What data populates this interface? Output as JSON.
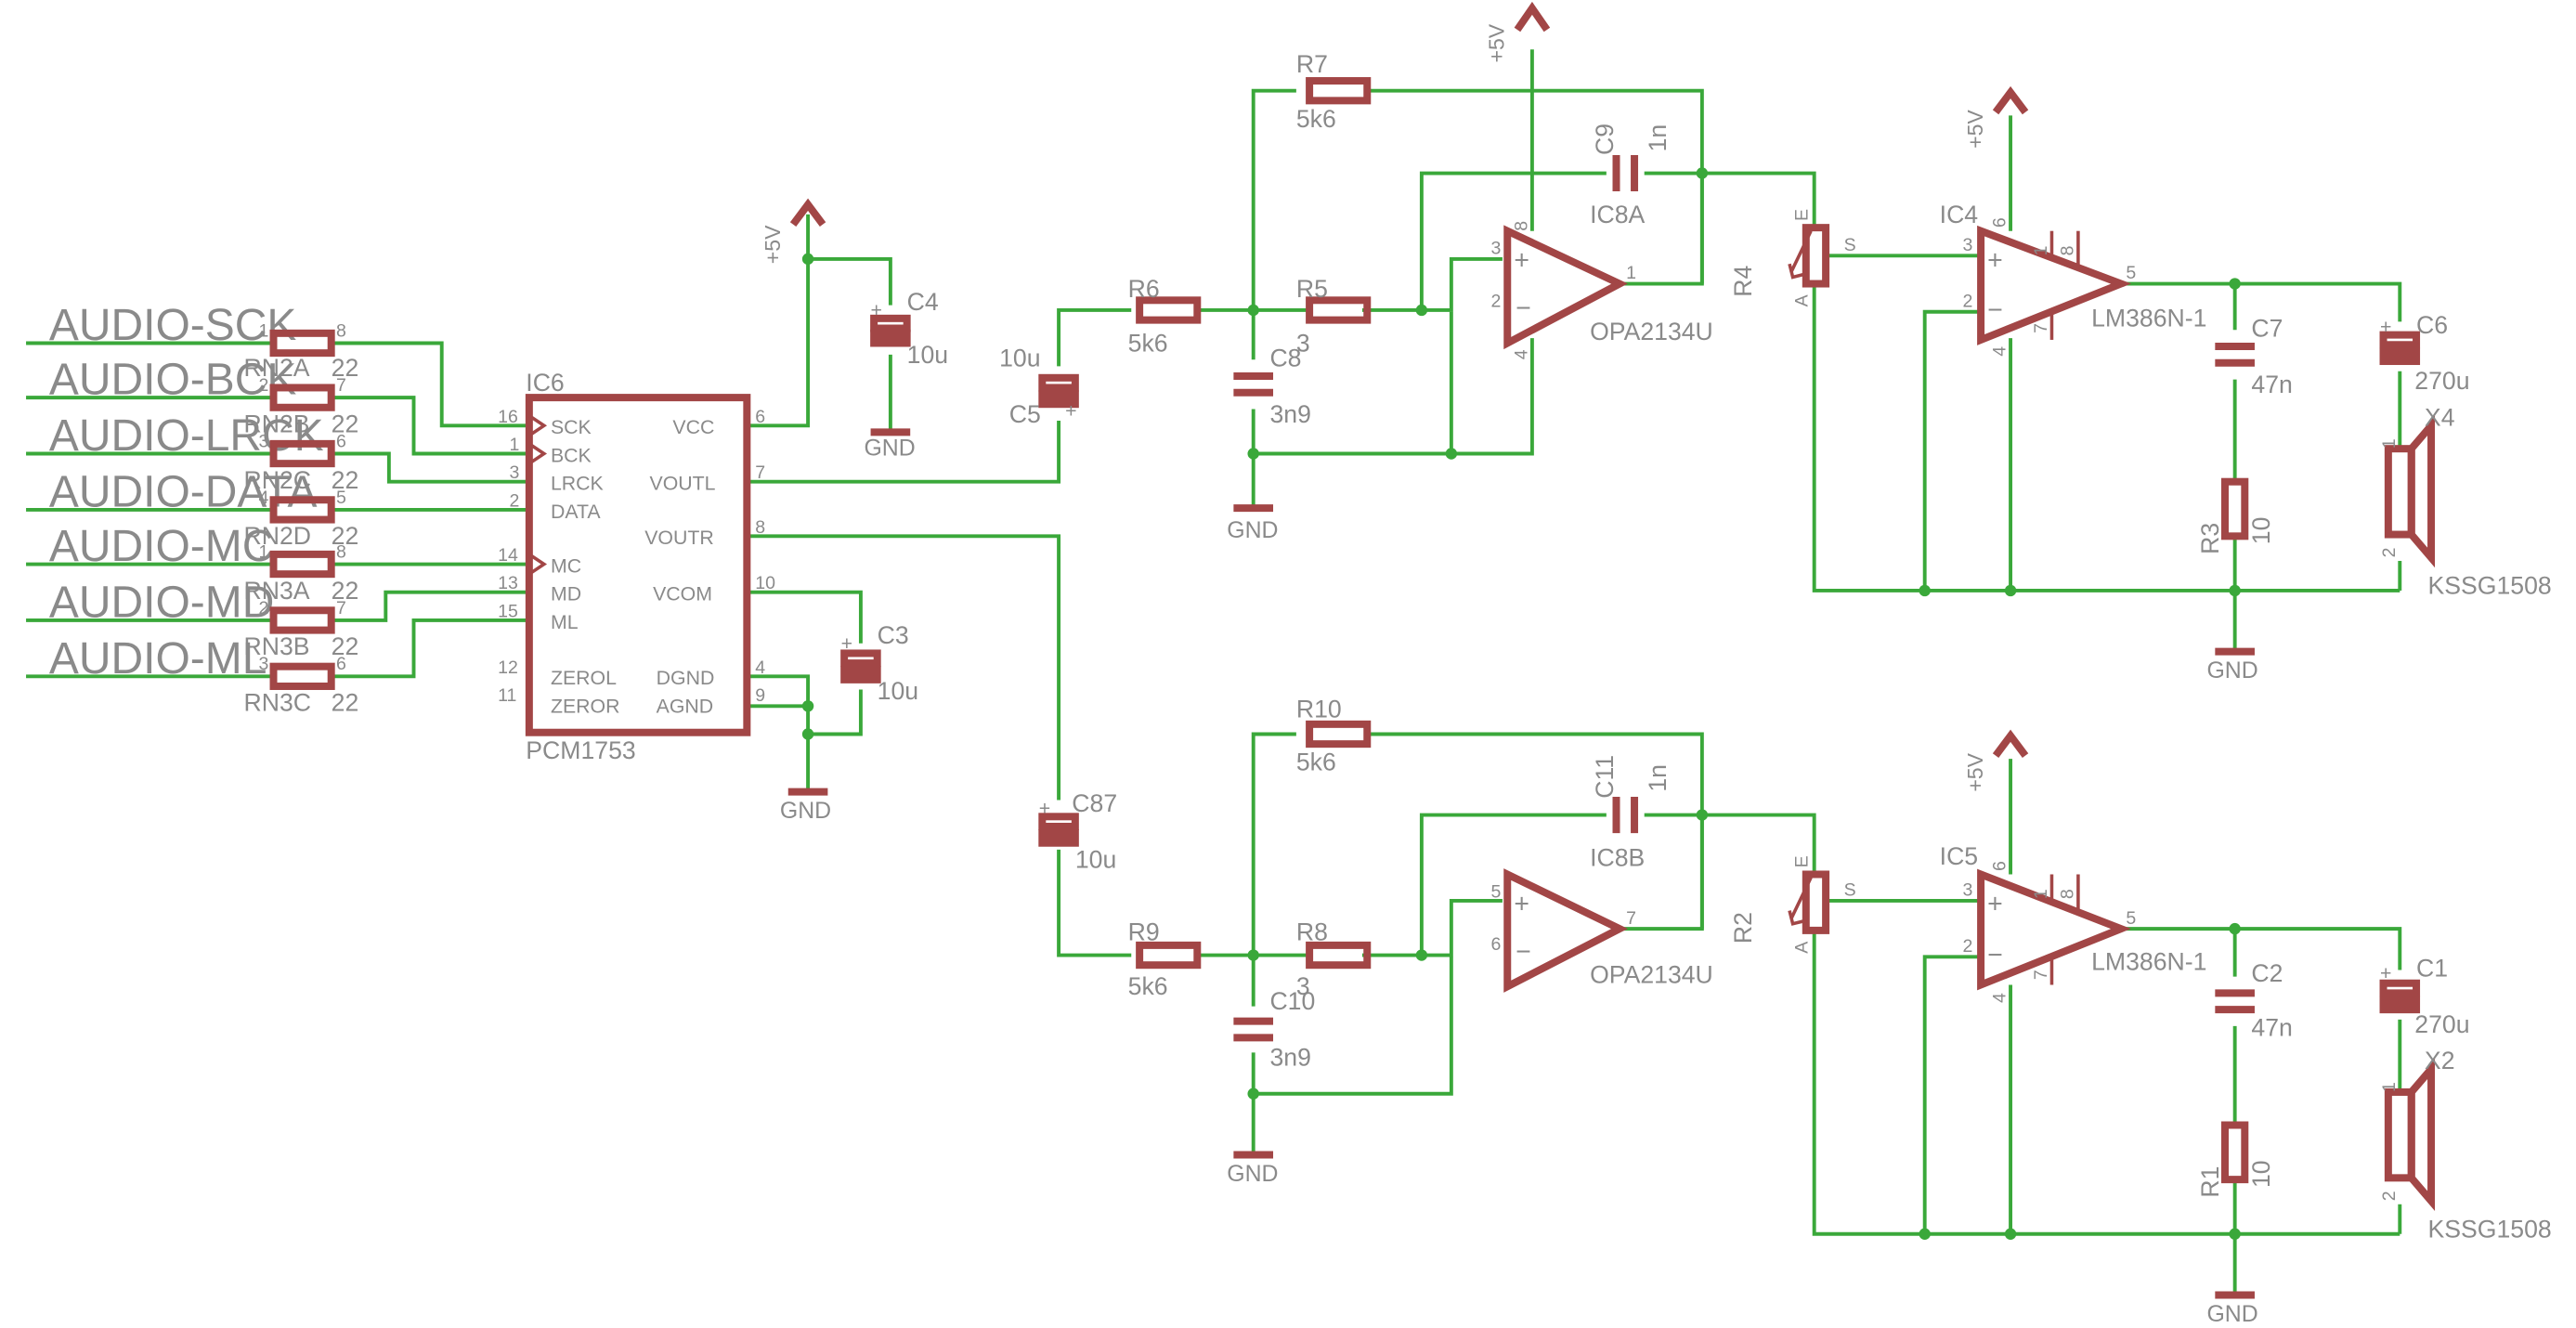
{
  "colors": {
    "wire": "#3aa83a",
    "symbol": "#a24646",
    "text": "#8a8a8a",
    "background": "#ffffff"
  },
  "nets": {
    "audio_sck": "AUDIO-SCK",
    "audio_bck": "AUDIO-BCK",
    "audio_lrck": "AUDIO-LRCK",
    "audio_data": "AUDIO-DATA",
    "audio_mc": "AUDIO-MC",
    "audio_md": "AUDIO-MD",
    "audio_ml": "AUDIO-ML",
    "gnd": "GND",
    "vcc": "+5V"
  },
  "resistor_networks": [
    {
      "name": "RN2A",
      "value": "22",
      "pin_a": "1",
      "pin_b": "8"
    },
    {
      "name": "RN2B",
      "value": "22",
      "pin_a": "2",
      "pin_b": "7"
    },
    {
      "name": "RN2C",
      "value": "22",
      "pin_a": "3",
      "pin_b": "6"
    },
    {
      "name": "RN2D",
      "value": "22",
      "pin_a": "4",
      "pin_b": "5"
    },
    {
      "name": "RN3A",
      "value": "22",
      "pin_a": "1",
      "pin_b": "8"
    },
    {
      "name": "RN3B",
      "value": "22",
      "pin_a": "2",
      "pin_b": "7"
    },
    {
      "name": "RN3C",
      "value": "22",
      "pin_a": "3",
      "pin_b": "6"
    }
  ],
  "ic6": {
    "name": "IC6",
    "part": "PCM1753",
    "left_pins": [
      {
        "num": "16",
        "label": "SCK"
      },
      {
        "num": "1",
        "label": "BCK"
      },
      {
        "num": "3",
        "label": "LRCK"
      },
      {
        "num": "2",
        "label": "DATA"
      },
      {
        "num": "14",
        "label": "MC"
      },
      {
        "num": "13",
        "label": "MD"
      },
      {
        "num": "15",
        "label": "ML"
      },
      {
        "num": "12",
        "label": "ZEROL"
      },
      {
        "num": "11",
        "label": "ZEROR"
      }
    ],
    "right_pins": [
      {
        "num": "6",
        "label": "VCC"
      },
      {
        "num": "7",
        "label": "VOUTL"
      },
      {
        "num": "8",
        "label": "VOUTR"
      },
      {
        "num": "10",
        "label": "VCOM"
      },
      {
        "num": "4",
        "label": "DGND"
      },
      {
        "num": "9",
        "label": "AGND"
      }
    ]
  },
  "parts": {
    "c4": {
      "name": "C4",
      "value": "10u"
    },
    "c3": {
      "name": "C3",
      "value": "10u"
    },
    "c5": {
      "name": "C5",
      "value": "10u"
    },
    "c87": {
      "name": "C87",
      "value": "10u"
    },
    "r6": {
      "name": "R6",
      "value": "5k6"
    },
    "r9": {
      "name": "R9",
      "value": "5k6"
    },
    "r7": {
      "name": "R7",
      "value": "5k6"
    },
    "r10": {
      "name": "R10",
      "value": "5k6"
    },
    "r5": {
      "name": "R5",
      "value": "3"
    },
    "r8": {
      "name": "R8",
      "value": "3"
    },
    "c8": {
      "name": "C8",
      "value": "3n9"
    },
    "c10": {
      "name": "C10",
      "value": "3n9"
    },
    "c9": {
      "name": "C9",
      "value": "1n"
    },
    "c11": {
      "name": "C11",
      "value": "1n"
    },
    "ic8a": {
      "name": "IC8A",
      "part": "OPA2134U",
      "pin_plus": "3",
      "pin_minus": "2",
      "pin_out": "1",
      "pin_vplus": "8",
      "pin_vminus": "4"
    },
    "ic8b": {
      "name": "IC8B",
      "part": "OPA2134U",
      "pin_plus": "5",
      "pin_minus": "6",
      "pin_out": "7"
    },
    "r4": {
      "name": "R4",
      "pin_e": "E",
      "pin_a": "A",
      "pin_s": "S"
    },
    "r2": {
      "name": "R2",
      "pin_e": "E",
      "pin_a": "A",
      "pin_s": "S"
    },
    "ic4": {
      "name": "IC4",
      "part": "LM386N-1",
      "pin_plus": "3",
      "pin_minus": "2",
      "pin_out": "5",
      "pin_vs": "6",
      "pin_gnd": "4",
      "pin_g1": "1",
      "pin_g8": "8",
      "pin_byp": "7"
    },
    "ic5": {
      "name": "IC5",
      "part": "LM386N-1",
      "pin_plus": "3",
      "pin_minus": "2",
      "pin_out": "5",
      "pin_vs": "6",
      "pin_gnd": "4",
      "pin_g1": "1",
      "pin_g8": "8",
      "pin_byp": "7"
    },
    "c7": {
      "name": "C7",
      "value": "47n"
    },
    "c2": {
      "name": "C2",
      "value": "47n"
    },
    "c6": {
      "name": "C6",
      "value": "270u"
    },
    "c1": {
      "name": "C1",
      "value": "270u"
    },
    "r3": {
      "name": "R3",
      "value": "10"
    },
    "r1": {
      "name": "R1",
      "value": "10"
    },
    "x4": {
      "name": "X4",
      "part": "KSSG1508",
      "pin1": "1",
      "pin2": "2"
    },
    "x2": {
      "name": "X2",
      "part": "KSSG1508",
      "pin1": "1",
      "pin2": "2"
    }
  }
}
